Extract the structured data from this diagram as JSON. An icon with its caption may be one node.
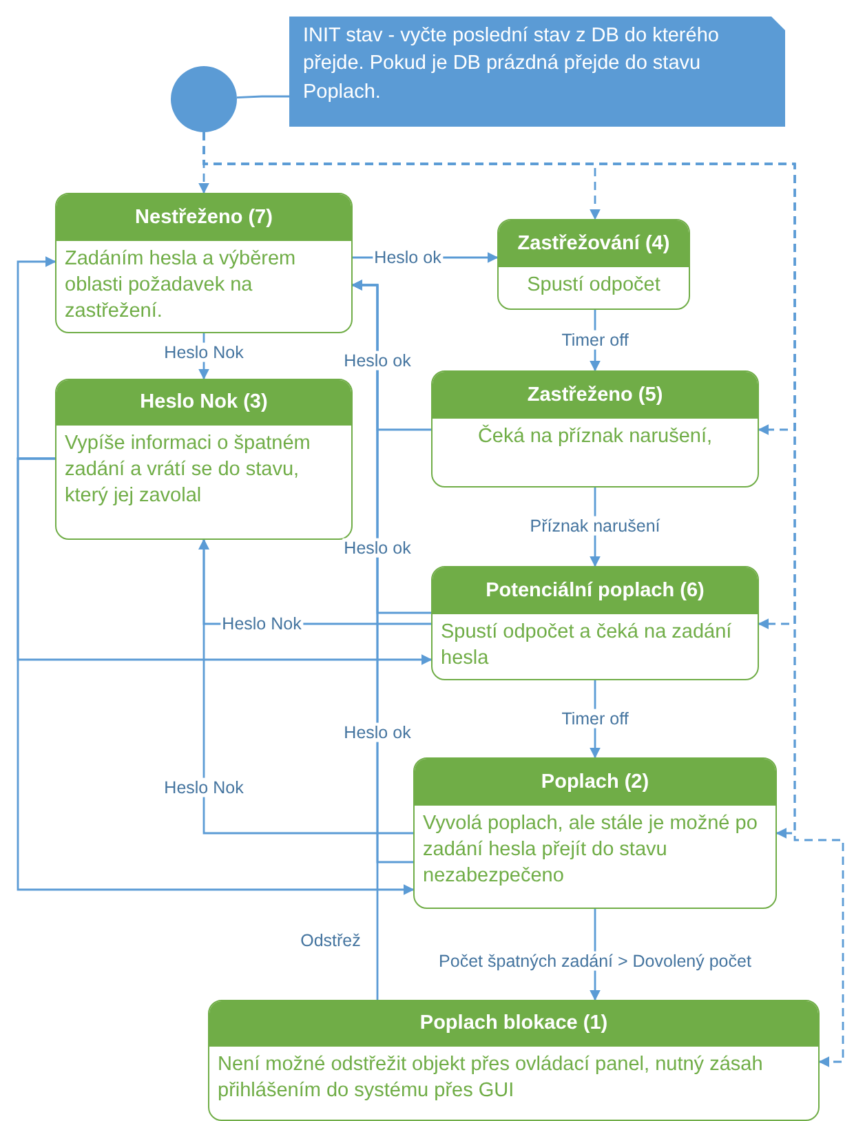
{
  "diagram": {
    "nodes": [
      {
        "text": [
          "INIT stav - vyčte poslední stav z DB do kterého přejde. Pokud je DB prázdná přejde do stavu Poplach."
        ]
      },
      {
        "text": [],
        "shape": "circle"
      },
      {
        "text": [
          "Nestřeženo (7)",
          "Zadáním hesla a výběrem oblasti požadavek na zastřežení."
        ]
      },
      {
        "text": [
          "Zastřežování (4)",
          "Spustí odpočet"
        ]
      },
      {
        "text": [
          "Heslo Nok (3)",
          "Vypíše informaci o špatném zadání a vrátí se do stavu, který jej zavolal"
        ]
      },
      {
        "text": [
          "Zastřeženo (5)",
          "Čeká na příznak narušení,"
        ]
      },
      {
        "text": [
          "Potenciální poplach (6)",
          "Spustí odpočet a čeká na zadání hesla"
        ]
      },
      {
        "text": [
          "Poplach (2)",
          "Vyvolá poplach, ale stále je možné po zadání hesla přejít do stavu nezabezpečeno"
        ]
      },
      {
        "text": [
          "Poplach blokace (1)",
          "Není možné odstřežit objekt přes ovládací panel, nutný zásah přihlášením do systému přes GUI"
        ]
      }
    ],
    "edges": [
      {
        "from": 0,
        "to": 1,
        "arrow": "none"
      },
      {
        "from": 1,
        "to": 2,
        "arrow": "to",
        "style": "dashed"
      },
      {
        "from": 1,
        "to": 3,
        "arrow": "to",
        "style": "dashed"
      },
      {
        "from": 1,
        "to": 5,
        "arrow": "to",
        "style": "dashed"
      },
      {
        "from": 1,
        "to": 6,
        "arrow": "to",
        "style": "dashed"
      },
      {
        "from": 1,
        "to": 7,
        "arrow": "to",
        "style": "dashed"
      },
      {
        "from": 1,
        "to": 8,
        "arrow": "to",
        "style": "dashed"
      },
      {
        "from": 2,
        "to": 3,
        "arrow": "to",
        "label": "Heslo ok"
      },
      {
        "from": 2,
        "to": 4,
        "arrow": "to",
        "label": "Heslo Nok"
      },
      {
        "from": 3,
        "to": 5,
        "arrow": "to",
        "label": "Timer off"
      },
      {
        "from": 5,
        "to": 6,
        "arrow": "to",
        "label": "Příznak narušení"
      },
      {
        "from": 6,
        "to": 7,
        "arrow": "to",
        "label": "Timer off"
      },
      {
        "from": 7,
        "to": 8,
        "arrow": "to",
        "label": "Počet špatných zadání > Dovolený počet"
      },
      {
        "from": 5,
        "to": 2,
        "arrow": "to",
        "label": "Heslo ok"
      },
      {
        "from": 6,
        "to": 2,
        "arrow": "to",
        "label": "Heslo ok"
      },
      {
        "from": 7,
        "to": 2,
        "arrow": "to",
        "label": "Heslo ok"
      },
      {
        "from": 8,
        "to": 2,
        "arrow": "to",
        "label": "Odstřež"
      },
      {
        "from": 6,
        "to": 4,
        "arrow": "to",
        "label": "Heslo Nok"
      },
      {
        "from": 7,
        "to": 4,
        "arrow": "to",
        "label": "Heslo Nok"
      },
      {
        "from": 4,
        "to": 2,
        "arrow": "to"
      },
      {
        "from": 4,
        "to": 6,
        "arrow": "to"
      },
      {
        "from": 4,
        "to": 7,
        "arrow": "to"
      }
    ]
  }
}
